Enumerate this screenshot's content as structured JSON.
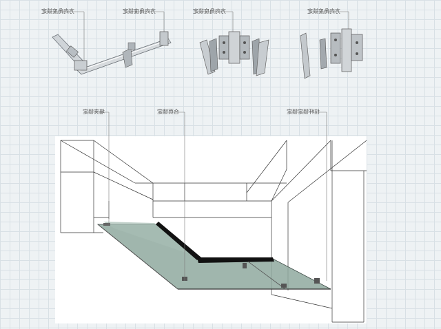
{
  "callouts": {
    "hinge_1": "方向角度锁定",
    "hinge_2": "方向角度锁定",
    "hinge_3": "方向角度锁定",
    "hinge_4": "方向角度锁定",
    "wall_clamp": "墙夹锁定",
    "joint_hinge": "合页锁定",
    "pull_rod": "拉杆锁定锁定"
  },
  "colors": {
    "background": "#eef2f4",
    "grid": "#d8e0e5",
    "glass": "#8fa99f",
    "metal": "#bfc4c8",
    "line": "#333333"
  },
  "icons": [
    "pull-rod-assembly-icon",
    "glass-clamp-set-icon",
    "glass-hinge-set-icon"
  ]
}
